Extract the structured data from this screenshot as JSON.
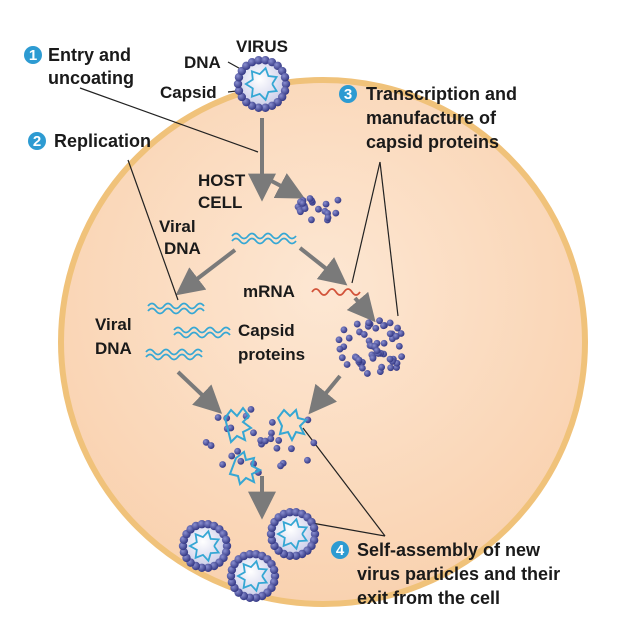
{
  "labels": {
    "virus": "VIRUS",
    "dna": "DNA",
    "capsid": "Capsid",
    "host_line1": "HOST",
    "host_line2": "CELL",
    "viral_dna_top_line1": "Viral",
    "viral_dna_top_line2": "DNA",
    "mrna": "mRNA",
    "viral_dna_bottom_line1": "Viral",
    "viral_dna_bottom_line2": "DNA",
    "capsid_proteins_line1": "Capsid",
    "capsid_proteins_line2": "proteins"
  },
  "steps": [
    {
      "number": "1",
      "lines": [
        "Entry and",
        "uncoating"
      ]
    },
    {
      "number": "2",
      "lines": [
        "Replication"
      ]
    },
    {
      "number": "3",
      "lines": [
        "Transcription and",
        "manufacture of",
        "capsid proteins"
      ]
    },
    {
      "number": "4",
      "lines": [
        "Self-assembly of new",
        "virus particles and their",
        "exit from the cell"
      ]
    }
  ],
  "colors": {
    "cell_fill": "#fbdcc0",
    "cell_border": "#f0c27a",
    "step_badge": "#2d9bd2",
    "dna_strand": "#35a7d4",
    "mrna_strand": "#d2533a",
    "capsid_protein": "#4a4fa0",
    "arrow": "#7a7a7a",
    "leader_line": "#222222"
  }
}
